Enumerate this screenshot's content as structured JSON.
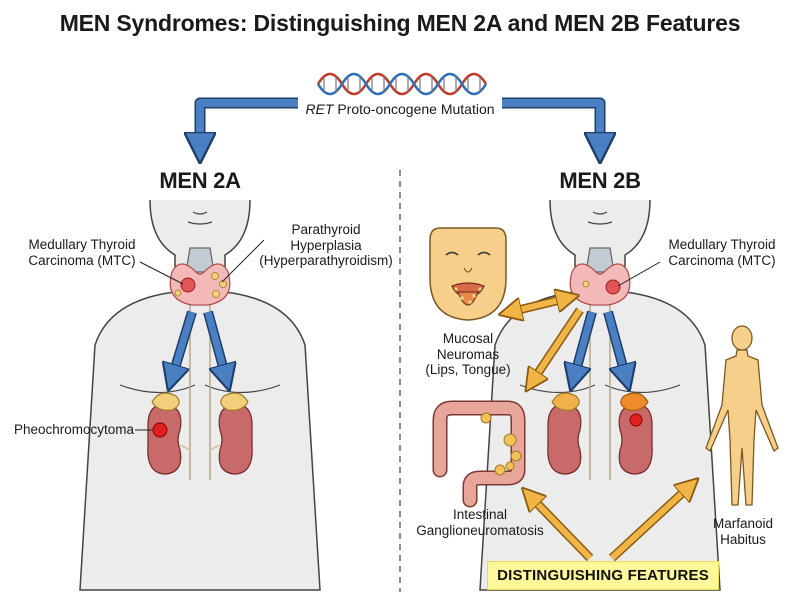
{
  "title": "MEN Syndromes: Distinguishing MEN 2A and MEN 2B Features",
  "gene": {
    "name": "RET",
    "label": "Proto-oncogene Mutation"
  },
  "men2a": {
    "heading": "MEN 2A",
    "mtc": [
      "Medullary Thyroid",
      "Carcinoma (MTC)"
    ],
    "parathyroid": [
      "Parathyroid",
      "Hyperplasia",
      "(Hyperparathyroidism)"
    ],
    "pheo": "Pheochromocytoma"
  },
  "men2b": {
    "heading": "MEN 2B",
    "mtc": [
      "Medullary Thyroid",
      "Carcinoma (MTC)"
    ],
    "mucosal": [
      "Mucosal",
      "Neuromas",
      "(Lips, Tongue)"
    ],
    "intestinal": [
      "Intestinal",
      "Ganglioneuromatosis"
    ],
    "marfanoid": [
      "Marfanoid",
      "Habitus"
    ]
  },
  "banner": "DISTINGUISHING FEATURES",
  "colors": {
    "blue_arrow": "#4a7fc1",
    "orange_arrow": "#f0b545",
    "skin": "#ececec",
    "thyroid": "#f3b8b8",
    "kidney": "#c96a6a",
    "adrenal": "#f2cf7a",
    "banner": "#fff89a"
  }
}
